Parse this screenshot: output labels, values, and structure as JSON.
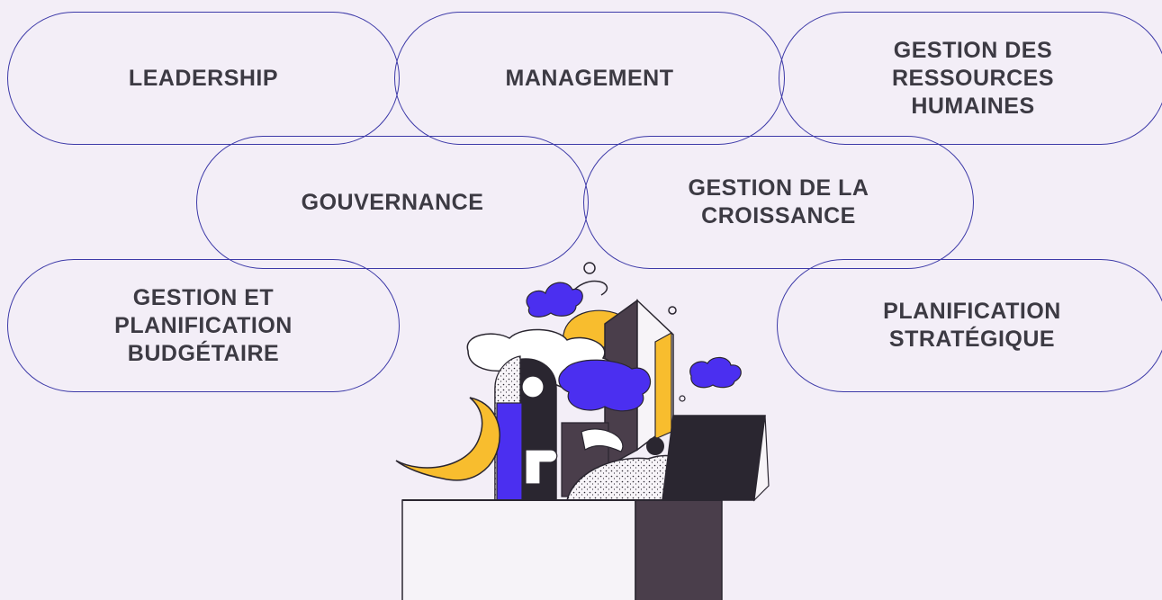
{
  "pills": {
    "leadership": "LEADERSHIP",
    "management": "MANAGEMENT",
    "grh": [
      "GESTION DES",
      "RESSOURCES",
      "HUMAINES"
    ],
    "gouvernance": "GOUVERNANCE",
    "croissance": [
      "GESTION DE LA",
      "CROISSANCE"
    ],
    "budget": [
      "GESTION ET",
      "PLANIFICATION",
      "BUDGÉTAIRE"
    ],
    "strategie": [
      "PLANIFICATION",
      "STRATÉGIQUE"
    ]
  },
  "colors": {
    "background": "#f3eef7",
    "outline": "#3d3aa8",
    "text": "#3c3a43",
    "violet": "#4b2ff0",
    "yellow": "#f8bd2e",
    "dark": "#2a2630",
    "plum": "#4a3e4b"
  },
  "illustration": {
    "name": "open-box-creative-shapes-illustration"
  }
}
